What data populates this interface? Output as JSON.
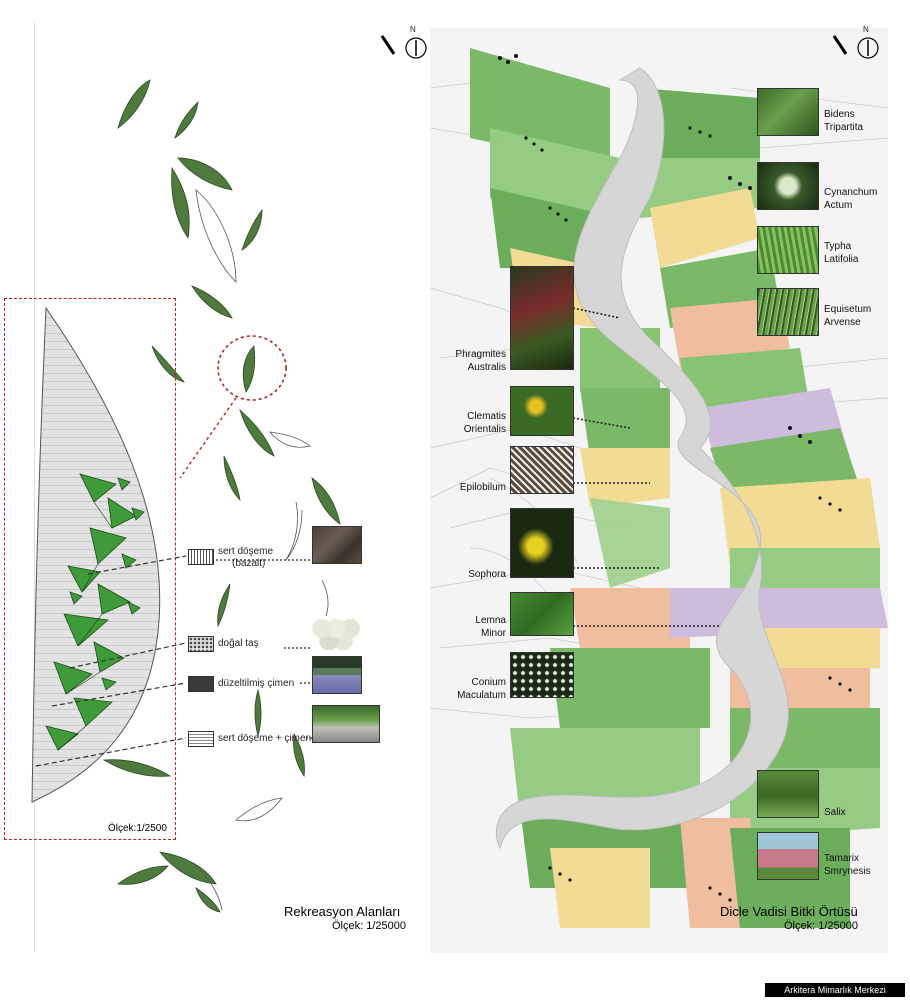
{
  "left_panel": {
    "title": "Rekreasyon Alanları",
    "scale": "Ölçek: 1/25000",
    "detail_scale": "Ölçek:1/2500",
    "north_label": "N",
    "legend": [
      {
        "label": "sert döşeme",
        "sub": "(bazalt)"
      },
      {
        "label": "doğal taş",
        "sub": ""
      },
      {
        "label": "düzeltilmiş çimen",
        "sub": ""
      },
      {
        "label": "sert döşeme + çimen",
        "sub": ""
      }
    ]
  },
  "right_panel": {
    "title": "Dicle Vadisi Bitki Örtüsü",
    "scale": "Ölçek: 1/25000",
    "north_label": "N",
    "plants_right": [
      {
        "line1": "Bidens",
        "line2": "Tripartita"
      },
      {
        "line1": "Cynanchum",
        "line2": "Actum"
      },
      {
        "line1": "Typha",
        "line2": "Latifolia"
      },
      {
        "line1": "Equisetum",
        "line2": "Arvense"
      },
      {
        "line1": "Salix",
        "line2": ""
      },
      {
        "line1": "Tamarix",
        "line2": "Smrynesis"
      }
    ],
    "plants_left": [
      {
        "line1": "Phragmites",
        "line2": "Australis"
      },
      {
        "line1": "Clematis",
        "line2": "Orientalis"
      },
      {
        "line1": "Epilobilum",
        "line2": ""
      },
      {
        "line1": "Sophora",
        "line2": ""
      },
      {
        "line1": "Lemna",
        "line2": "Minor"
      },
      {
        "line1": "Conium",
        "line2": "Maculatum"
      }
    ]
  },
  "credit": "Arkitera Mimarlık Merkezi",
  "colors": {
    "river": "#d6d6d6",
    "green_dark": "#3f8a3a",
    "green_light": "#9fd08a",
    "band_yellow": "#f2d98a",
    "band_orange": "#f0b896",
    "band_purple": "#c9b6d9",
    "detail_border": "#b22222"
  }
}
